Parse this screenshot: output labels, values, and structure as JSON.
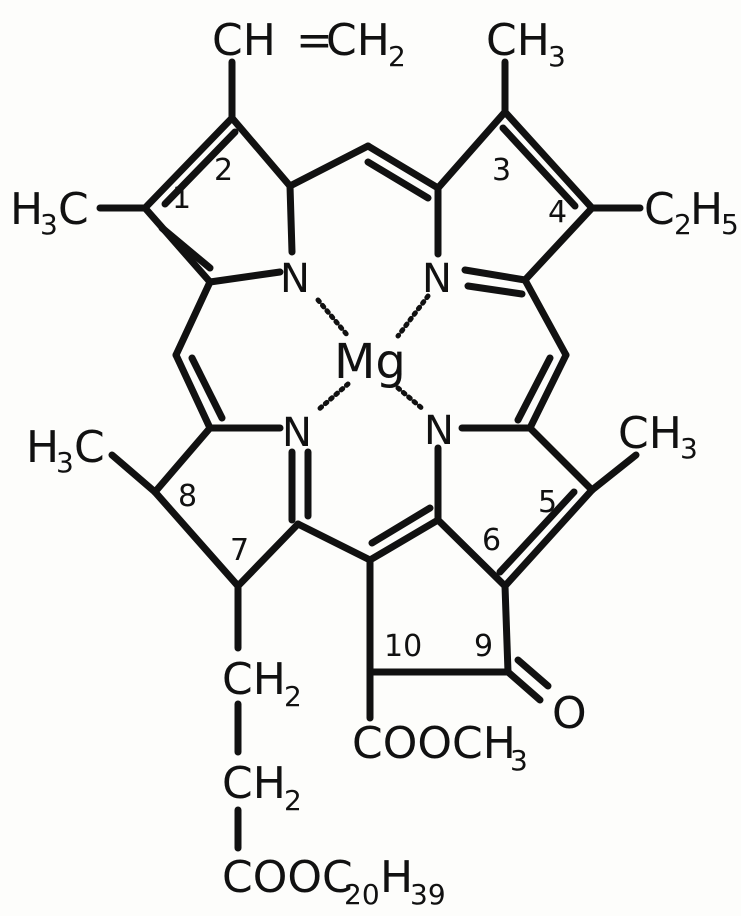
{
  "diagram": {
    "atoms": {
      "vinyl_ch": "CH",
      "vinyl_eq": "=",
      "vinyl_ch2": "CH",
      "vinyl_ch2_sub": "2",
      "me_top_ch": "CH",
      "me_top_sub": "3",
      "h3c_left_h": "H",
      "h3c_left_sub": "3",
      "h3c_left_c": "C",
      "ethyl_c": "C",
      "ethyl_c_sub": "2",
      "ethyl_h": "H",
      "ethyl_h_sub": "5",
      "n_top_left": "N",
      "n_top_right": "N",
      "n_bottom_left": "N",
      "n_bottom_right": "N",
      "mg": "Mg",
      "h3c_low_h": "H",
      "h3c_low_sub": "3",
      "h3c_low_c": "C",
      "me_right_ch": "CH",
      "me_right_sub": "3",
      "ketone_o": "O",
      "ester_main": "COOCH",
      "ester_sub": "3",
      "ch2_upper": "CH",
      "ch2_upper_sub": "2",
      "ch2_lower": "CH",
      "ch2_lower_sub": "2",
      "phytyl_cooc": "COOC",
      "phytyl_sub1": "20",
      "phytyl_h": "H",
      "phytyl_sub2": "39"
    },
    "numbers": {
      "n1": "1",
      "n2": "2",
      "n3": "3",
      "n4": "4",
      "n5": "5",
      "n6": "6",
      "n7": "7",
      "n8": "8",
      "n9": "9",
      "n10": "10"
    },
    "colors": {
      "ink": "#111111",
      "paper": "#fdfdfb"
    }
  }
}
